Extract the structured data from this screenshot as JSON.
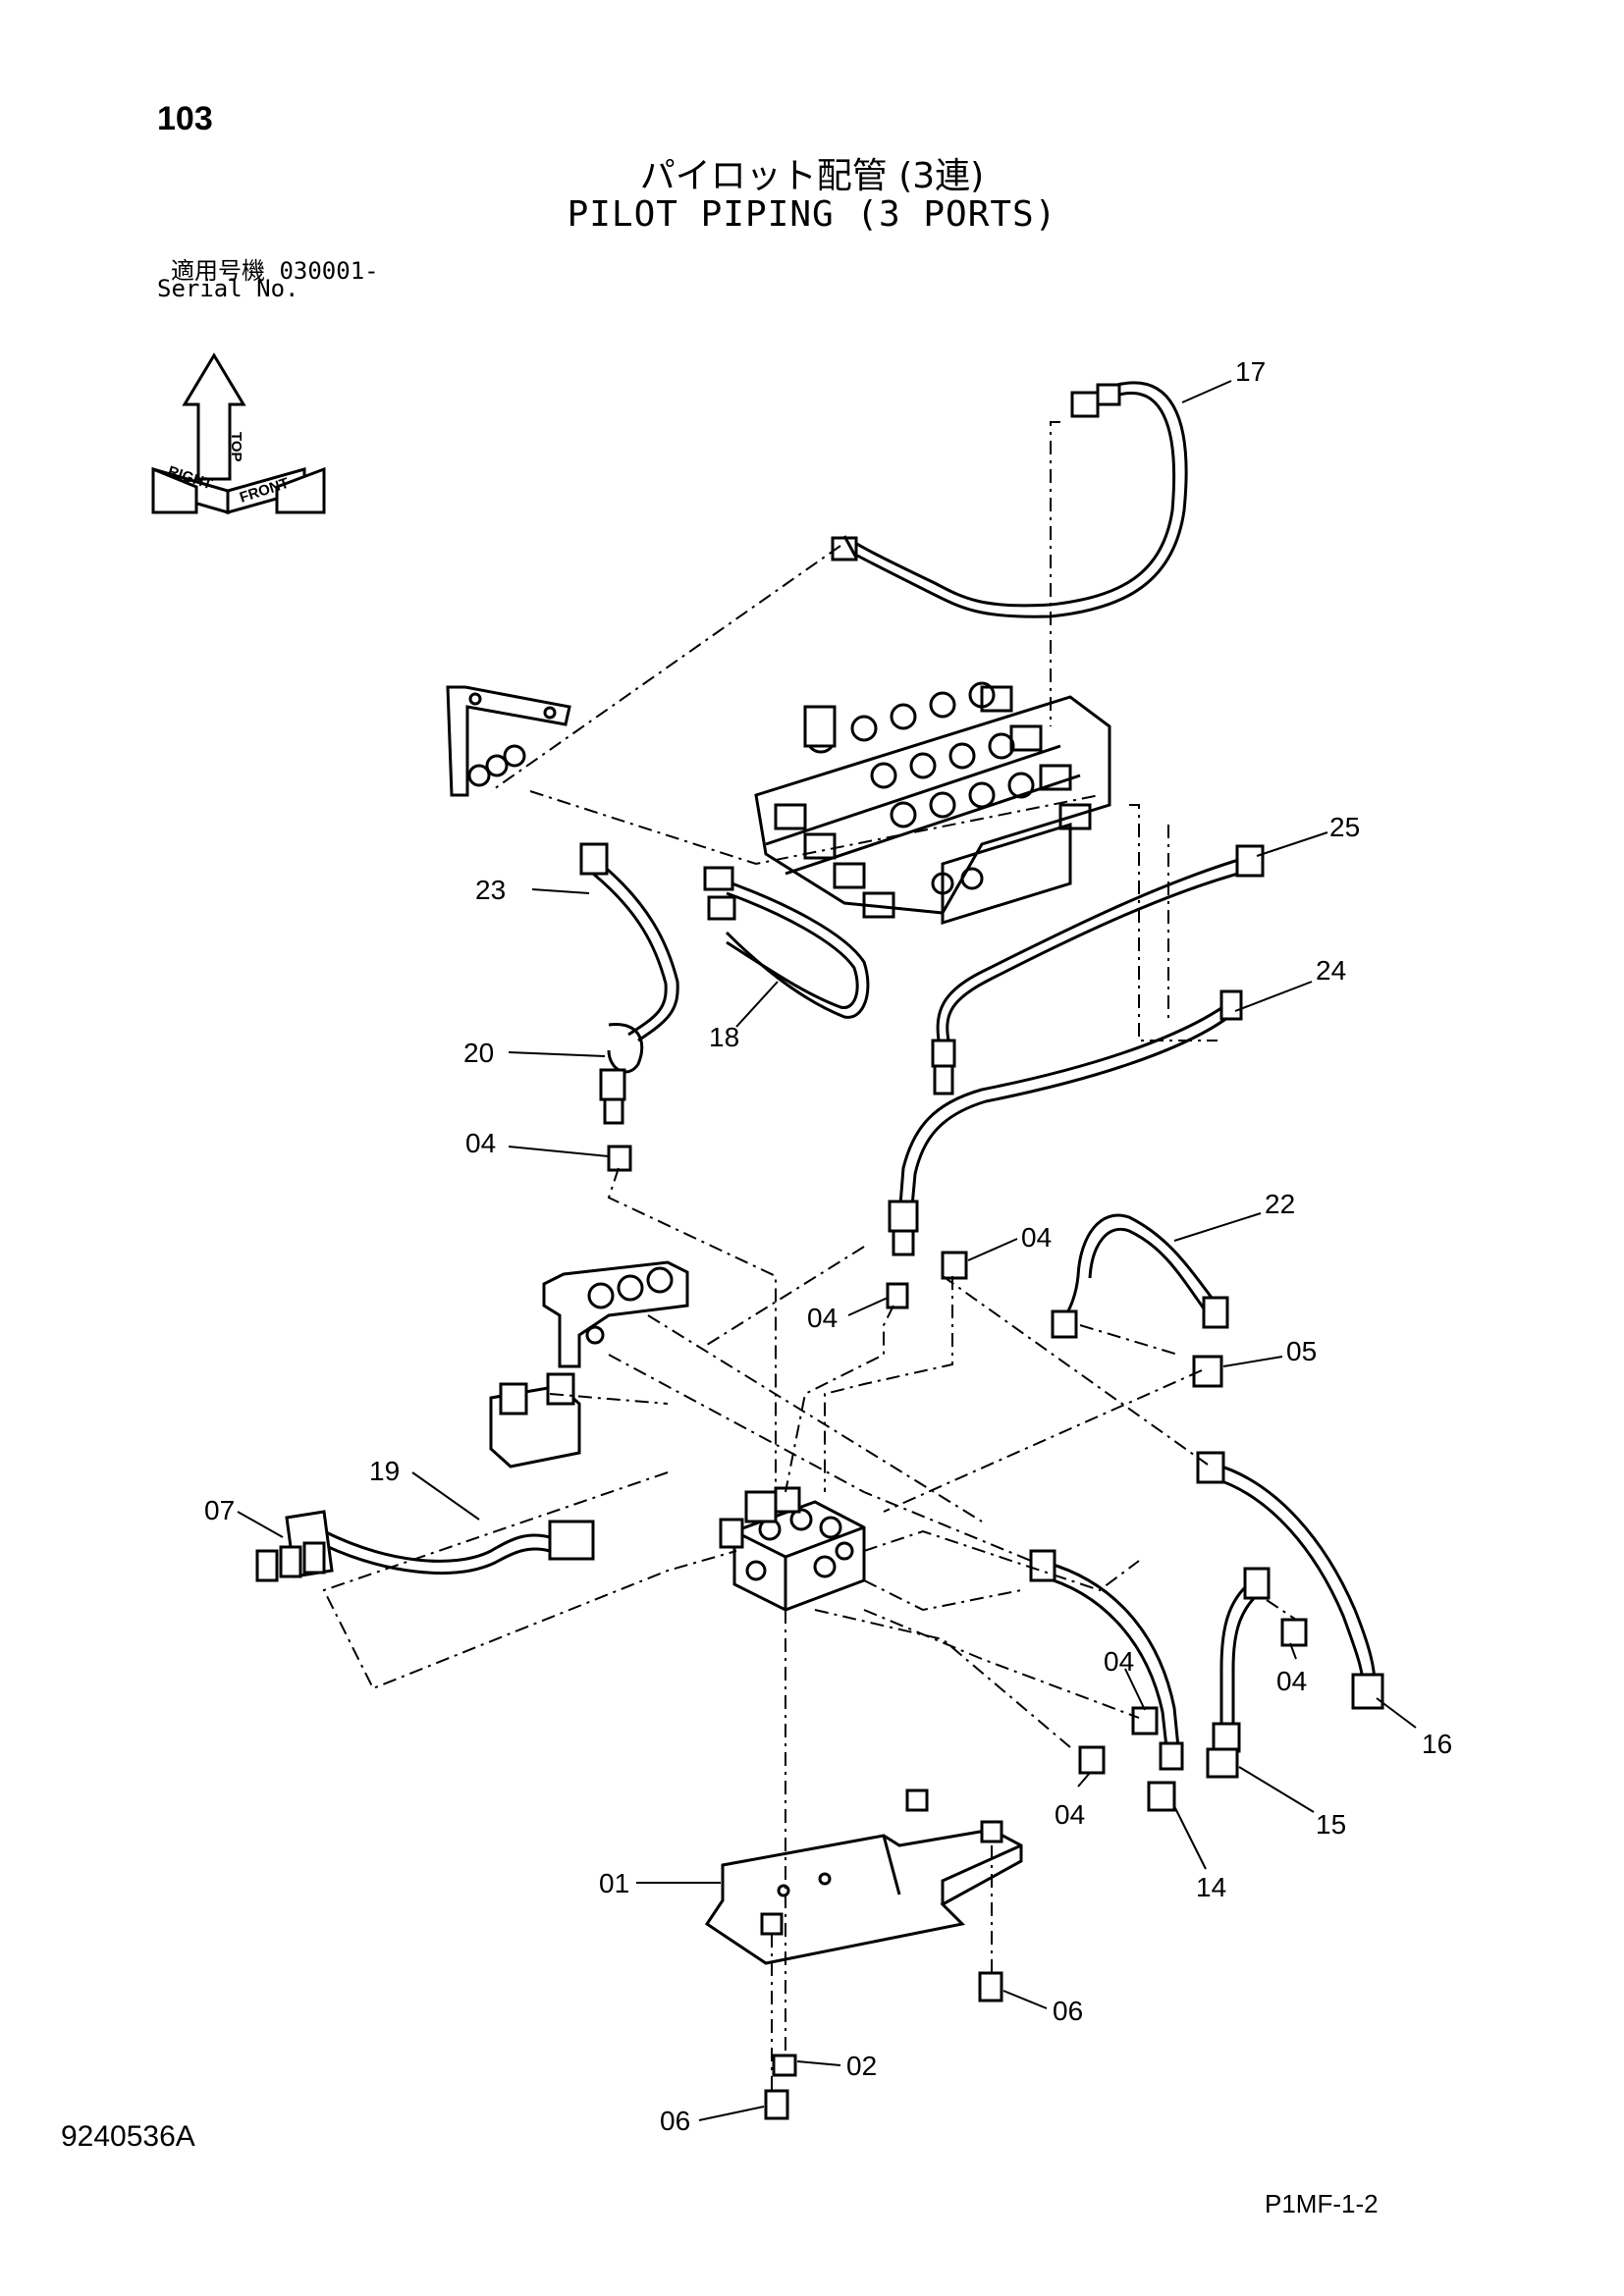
{
  "header": {
    "page_number": "103",
    "title_jp": "パイロット配管 (3連)",
    "title_en": "PILOT PIPING (3 PORTS)",
    "serial_label_jp": "適用号機  030001-",
    "serial_label_en": "Serial No."
  },
  "orientation": {
    "top": "TOP",
    "right": "RIGHT",
    "front": "FRONT"
  },
  "callouts": [
    {
      "id": "c17",
      "label": "17"
    },
    {
      "id": "c25",
      "label": "25"
    },
    {
      "id": "c23",
      "label": "23"
    },
    {
      "id": "c24",
      "label": "24"
    },
    {
      "id": "c20",
      "label": "20"
    },
    {
      "id": "c18",
      "label": "18"
    },
    {
      "id": "c04a",
      "label": "04"
    },
    {
      "id": "c22",
      "label": "22"
    },
    {
      "id": "c04b",
      "label": "04"
    },
    {
      "id": "c04c",
      "label": "04"
    },
    {
      "id": "c05",
      "label": "05"
    },
    {
      "id": "c19",
      "label": "19"
    },
    {
      "id": "c07",
      "label": "07"
    },
    {
      "id": "c04d",
      "label": "04"
    },
    {
      "id": "c04e",
      "label": "04"
    },
    {
      "id": "c16",
      "label": "16"
    },
    {
      "id": "c04f",
      "label": "04"
    },
    {
      "id": "c15",
      "label": "15"
    },
    {
      "id": "c14",
      "label": "14"
    },
    {
      "id": "c01",
      "label": "01"
    },
    {
      "id": "c06a",
      "label": "06"
    },
    {
      "id": "c02",
      "label": "02"
    },
    {
      "id": "c06b",
      "label": "06"
    }
  ],
  "footer": {
    "drawing_number": "9240536A",
    "sheet_code": "P1MF-1-2"
  }
}
